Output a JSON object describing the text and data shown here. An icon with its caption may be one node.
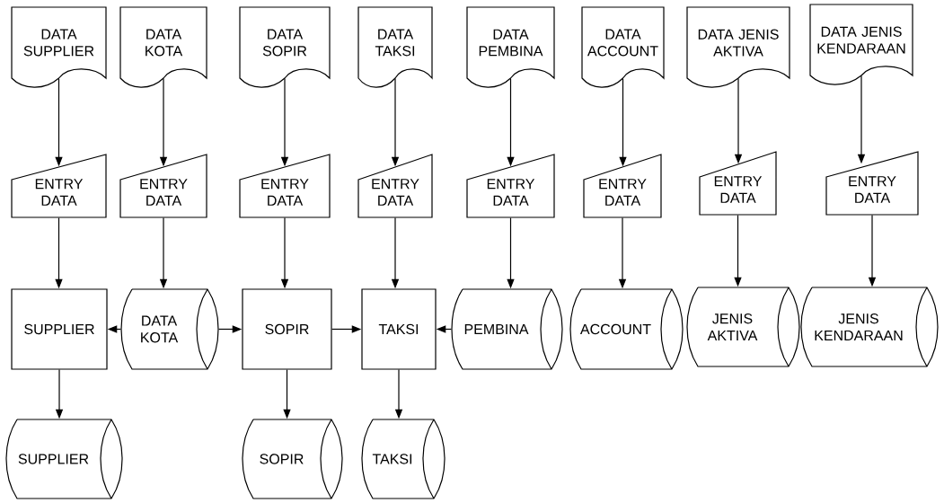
{
  "diagram": {
    "nodes": [
      {
        "text": [
          "DATA SUPPLIER"
        ]
      },
      {
        "text": [
          "DATA KOTA"
        ]
      },
      {
        "text": [
          "DATA SOPIR"
        ]
      },
      {
        "text": [
          "DATA TAKSI"
        ]
      },
      {
        "text": [
          "DATA PEMBINA"
        ]
      },
      {
        "text": [
          "DATA ACCOUNT"
        ]
      },
      {
        "text": [
          "DATA JENIS AKTIVA"
        ]
      },
      {
        "text": [
          "DATA JENIS KENDARAAN"
        ]
      },
      {
        "text": [
          "ENTRY DATA"
        ]
      },
      {
        "text": [
          "ENTRY DATA"
        ]
      },
      {
        "text": [
          "ENTRY DATA"
        ]
      },
      {
        "text": [
          "ENTRY DATA"
        ]
      },
      {
        "text": [
          "ENTRY DATA"
        ]
      },
      {
        "text": [
          "ENTRY DATA"
        ]
      },
      {
        "text": [
          "ENTRY DATA"
        ]
      },
      {
        "text": [
          "ENTRY DATA"
        ]
      },
      {
        "text": [
          "SUPPLIER"
        ]
      },
      {
        "text": [
          "DATA KOTA"
        ]
      },
      {
        "text": [
          "SOPIR"
        ]
      },
      {
        "text": [
          "TAKSI"
        ]
      },
      {
        "text": [
          "PEMBINA"
        ]
      },
      {
        "text": [
          "ACCOUNT"
        ]
      },
      {
        "text": [
          "JENIS AKTIVA"
        ]
      },
      {
        "text": [
          "JENIS KENDARAAN"
        ]
      },
      {
        "text": [
          "SUPPLIER"
        ]
      },
      {
        "text": [
          "SOPIR"
        ]
      },
      {
        "text": [
          "TAKSI"
        ]
      }
    ],
    "edges": [
      {
        "from": 0,
        "to": 8,
        "arrow": "to"
      },
      {
        "from": 1,
        "to": 9,
        "arrow": "to"
      },
      {
        "from": 2,
        "to": 10,
        "arrow": "to"
      },
      {
        "from": 3,
        "to": 11,
        "arrow": "to"
      },
      {
        "from": 4,
        "to": 12,
        "arrow": "to"
      },
      {
        "from": 5,
        "to": 13,
        "arrow": "to"
      },
      {
        "from": 6,
        "to": 14,
        "arrow": "to"
      },
      {
        "from": 7,
        "to": 15,
        "arrow": "to"
      },
      {
        "from": 8,
        "to": 16,
        "arrow": "to"
      },
      {
        "from": 9,
        "to": 17,
        "arrow": "to"
      },
      {
        "from": 10,
        "to": 18,
        "arrow": "to"
      },
      {
        "from": 11,
        "to": 19,
        "arrow": "to"
      },
      {
        "from": 12,
        "to": 20,
        "arrow": "to"
      },
      {
        "from": 13,
        "to": 21,
        "arrow": "to"
      },
      {
        "from": 14,
        "to": 22,
        "arrow": "to"
      },
      {
        "from": 15,
        "to": 23,
        "arrow": "to"
      },
      {
        "from": 17,
        "to": 16,
        "arrow": "to"
      },
      {
        "from": 17,
        "to": 18,
        "arrow": "to"
      },
      {
        "from": 18,
        "to": 19,
        "arrow": "to"
      },
      {
        "from": 20,
        "to": 19,
        "arrow": "to"
      },
      {
        "from": 16,
        "to": 24,
        "arrow": "to"
      },
      {
        "from": 18,
        "to": 25,
        "arrow": "to"
      },
      {
        "from": 19,
        "to": 26,
        "arrow": "to"
      }
    ]
  }
}
